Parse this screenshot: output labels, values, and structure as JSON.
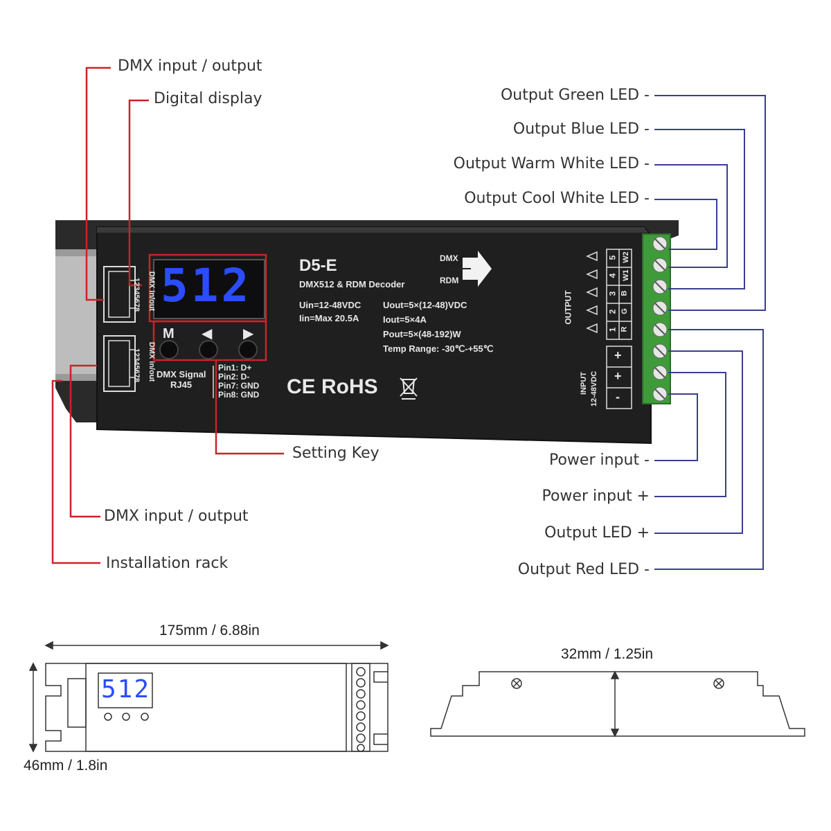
{
  "callouts_left": {
    "dmx_io_top": "DMX input / output",
    "digital_display": "Digital display",
    "setting_key": "Setting Key",
    "dmx_io_bottom": "DMX input / output",
    "installation_rack": "Installation rack"
  },
  "callouts_right": {
    "output_green": "Output Green LED -",
    "output_blue": "Output Blue LED -",
    "output_warm_white": "Output Warm White LED -",
    "output_cool_white": "Output Cool White LED -",
    "power_minus": "Power input -",
    "power_plus": "Power input +",
    "output_led_plus": "Output LED +",
    "output_red": "Output Red LED -"
  },
  "device": {
    "model": "D5-E",
    "subtitle": "DMX512 & RDM Decoder",
    "display_value": "512",
    "buttons": [
      "M",
      "◀",
      "▶"
    ],
    "dmx_badge_top": "DMX",
    "dmx_badge_bottom": "RDM",
    "spec_in_1": "Uin=12-48VDC",
    "spec_in_2": "Iin=Max 20.5A",
    "spec_out_1": "Uout=5×(12-48)VDC",
    "spec_out_2": "Iout=5×4A",
    "spec_out_3": "Pout=5×(48-192)W",
    "spec_out_4": "Temp Range: -30℃-+55℃",
    "port_label": "DMX in/out",
    "port_pins": "12345678",
    "signal_label_1": "DMX Signal",
    "signal_label_2": "RJ45",
    "pins": [
      "Pin1: D+",
      "Pin2: D-",
      "Pin7: GND",
      "Pin8: GND"
    ],
    "certs": "CE RoHS",
    "output_label": "OUTPUT",
    "input_label_1": "INPUT",
    "input_label_2": "12-48VDC",
    "channel_numbers": [
      "5",
      "4",
      "3",
      "2",
      "1"
    ],
    "channel_letters": [
      "W2",
      "W1",
      "B",
      "G",
      "R"
    ],
    "power_signs": [
      "+",
      "+",
      "-"
    ]
  },
  "dimensions": {
    "length": "175mm / 6.88in",
    "height": "46mm /  1.8in",
    "thickness": "32mm  / 1.25in",
    "small_display": "512"
  },
  "colors": {
    "callout_red": "#cc2229",
    "callout_blue": "#3a3d8f",
    "device_body": "#222222",
    "display_digits": "#2b4cff",
    "terminal_green": "#3f9a3a"
  }
}
